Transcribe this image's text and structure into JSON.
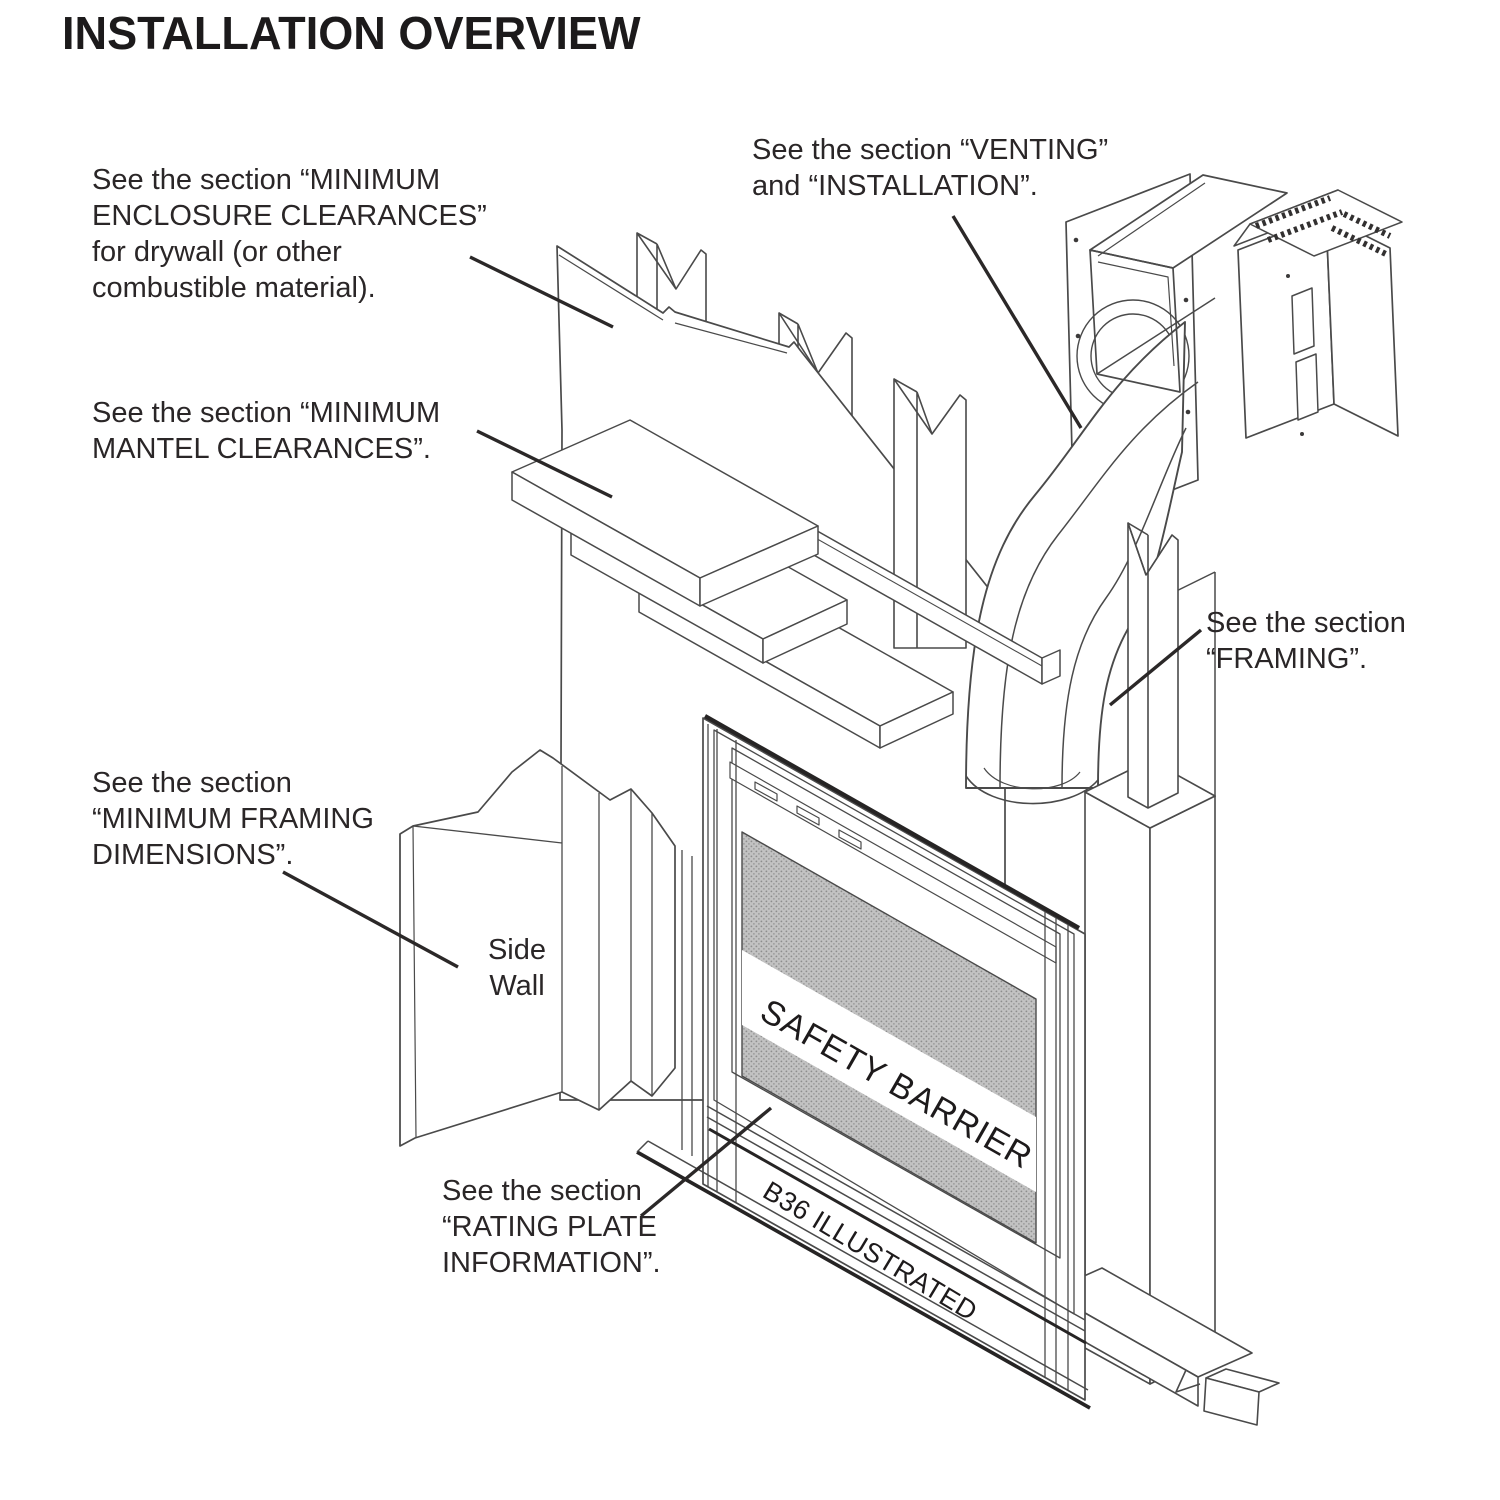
{
  "page": {
    "title": "INSTALLATION OVERVIEW"
  },
  "callouts": {
    "enclosure": "See the section “MINIMUM\nENCLOSURE CLEARANCES”\nfor drywall (or other\ncombustible material).",
    "venting": "See the section “VENTING”\nand “INSTALLATION”.",
    "mantel": "See the section “MINIMUM\nMANTEL CLEARANCES”.",
    "framing": "See the section\n“FRAMING”.",
    "min_framing": "See the section\n“MINIMUM FRAMING\nDIMENSIONS”.",
    "rating_plate": "See the section\n“RATING PLATE\nINFORMATION”.",
    "side_wall": "Side\nWall"
  },
  "diagram": {
    "safety_barrier": "SAFETY BARRIER",
    "model_note": "B36 ILLUSTRATED"
  },
  "colors": {
    "ink": "#242021",
    "line": "#4a4a4a",
    "heavy_line": "#262424",
    "mesh_gray": "#c0c0c0",
    "background": "#ffffff"
  }
}
